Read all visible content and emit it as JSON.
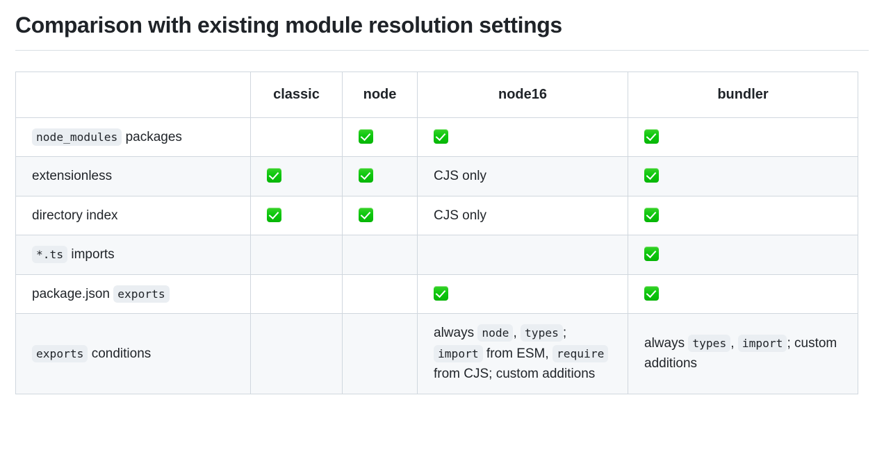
{
  "page": {
    "title": "Comparison with existing module resolution settings"
  },
  "table": {
    "columns": [
      {
        "key": "feature",
        "label": ""
      },
      {
        "key": "classic",
        "label": "classic"
      },
      {
        "key": "node",
        "label": "node"
      },
      {
        "key": "node16",
        "label": "node16"
      },
      {
        "key": "bundler",
        "label": "bundler"
      }
    ],
    "check_icon": "white-check-mark-icon",
    "rows": [
      {
        "feature": [
          {
            "type": "code",
            "text": "node_modules"
          },
          {
            "type": "text",
            "text": " packages"
          }
        ],
        "classic": [],
        "node": [
          {
            "type": "check"
          }
        ],
        "node16": [
          {
            "type": "check"
          }
        ],
        "bundler": [
          {
            "type": "check"
          }
        ]
      },
      {
        "feature": [
          {
            "type": "text",
            "text": "extensionless"
          }
        ],
        "classic": [
          {
            "type": "check"
          }
        ],
        "node": [
          {
            "type": "check"
          }
        ],
        "node16": [
          {
            "type": "text",
            "text": "CJS only"
          }
        ],
        "bundler": [
          {
            "type": "check"
          }
        ]
      },
      {
        "feature": [
          {
            "type": "text",
            "text": "directory index"
          }
        ],
        "classic": [
          {
            "type": "check"
          }
        ],
        "node": [
          {
            "type": "check"
          }
        ],
        "node16": [
          {
            "type": "text",
            "text": "CJS only"
          }
        ],
        "bundler": [
          {
            "type": "check"
          }
        ]
      },
      {
        "feature": [
          {
            "type": "code",
            "text": "*.ts"
          },
          {
            "type": "text",
            "text": " imports"
          }
        ],
        "classic": [],
        "node": [],
        "node16": [],
        "bundler": [
          {
            "type": "check"
          }
        ]
      },
      {
        "feature": [
          {
            "type": "text",
            "text": "package.json "
          },
          {
            "type": "code",
            "text": "exports"
          }
        ],
        "classic": [],
        "node": [],
        "node16": [
          {
            "type": "check"
          }
        ],
        "bundler": [
          {
            "type": "check"
          }
        ]
      },
      {
        "feature": [
          {
            "type": "code",
            "text": "exports"
          },
          {
            "type": "text",
            "text": " conditions"
          }
        ],
        "classic": [],
        "node": [],
        "node16": [
          {
            "type": "text",
            "text": "always "
          },
          {
            "type": "code",
            "text": "node"
          },
          {
            "type": "text",
            "text": ", "
          },
          {
            "type": "code",
            "text": "types"
          },
          {
            "type": "text",
            "text": "; "
          },
          {
            "type": "code",
            "text": "import"
          },
          {
            "type": "text",
            "text": " from ESM, "
          },
          {
            "type": "code",
            "text": "require"
          },
          {
            "type": "text",
            "text": " from CJS; custom additions"
          }
        ],
        "bundler": [
          {
            "type": "text",
            "text": "always "
          },
          {
            "type": "code",
            "text": "types"
          },
          {
            "type": "text",
            "text": ", "
          },
          {
            "type": "code",
            "text": "import"
          },
          {
            "type": "text",
            "text": "; custom additions"
          }
        ]
      }
    ]
  },
  "colors": {
    "text": "#1f2328",
    "border": "#d0d7de",
    "rule": "#d8dee4",
    "stripe": "#f6f8fa",
    "chip_bg": "#eaeef2",
    "check_green": "#0ec80e"
  }
}
